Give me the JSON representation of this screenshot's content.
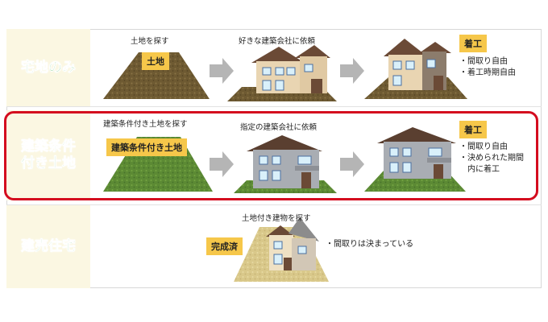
{
  "rows": [
    {
      "label_lines": [
        "宅地のみ"
      ],
      "step1_caption": "土地を探す",
      "land_tag": "土地",
      "step2_caption": "好きな建築会社に依頼",
      "result_tag": "着工",
      "bullets": [
        "・間取り自由",
        "・着工時期自由"
      ]
    },
    {
      "label_lines": [
        "建築条件",
        "付き土地"
      ],
      "step1_caption": "建築条件付き土地を探す",
      "land_tag": "建築条件付き土地",
      "step2_caption": "指定の建築会社に依頼",
      "result_tag": "着工",
      "bullets": [
        "・間取り自由",
        "・決められた期間",
        "　内に着工"
      ]
    },
    {
      "label_lines": [
        "建売住宅"
      ],
      "step1_caption": "土地付き建物を探す",
      "result_tag": "完成済",
      "bullets": [
        "・間取りは決まっている"
      ]
    }
  ],
  "colors": {
    "label_green": "#3fb34a",
    "tag_yellow": "#f6c74a",
    "highlight_red": "#d40b1e",
    "label_bg": "#fbf7e2",
    "arrow_gray": "#b5b5b5"
  }
}
